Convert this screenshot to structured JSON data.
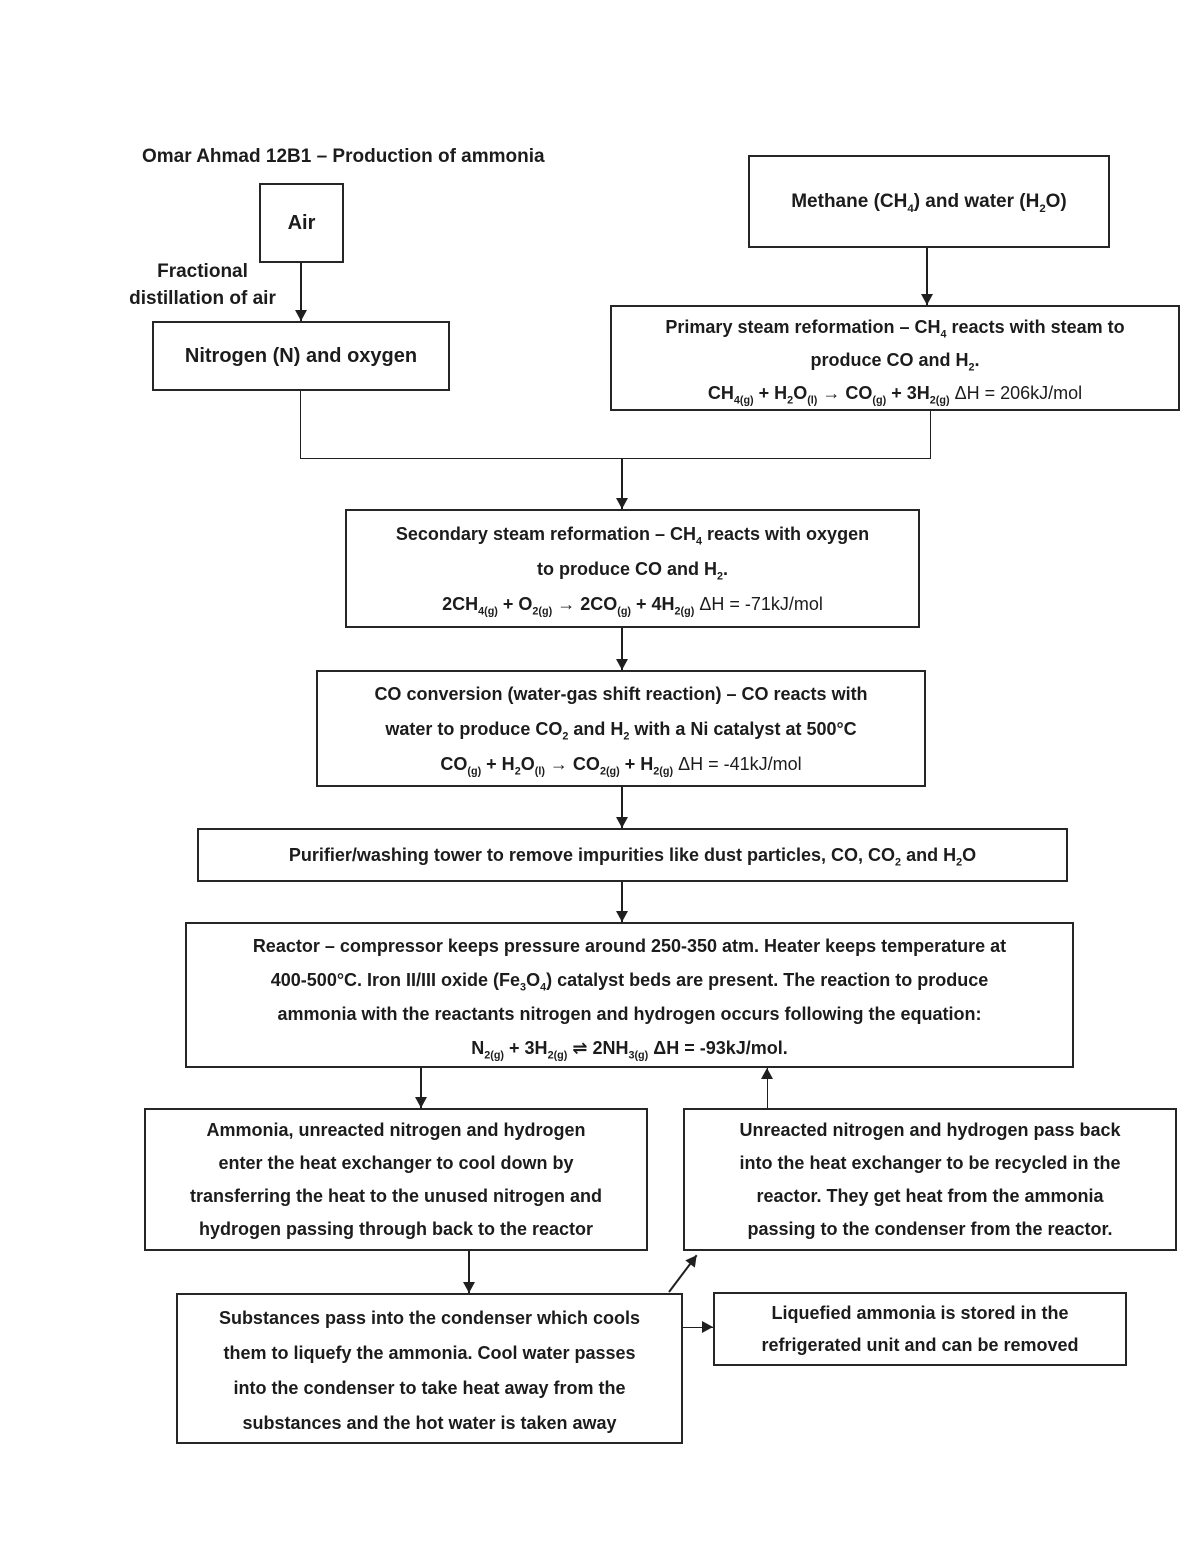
{
  "title": "Omar Ahmad 12B1 – Production of ammonia",
  "colors": {
    "ink": "#1f1f1f",
    "background": "#ffffff"
  },
  "labels": {
    "fractional": [
      "Fractional",
      "distillation of air"
    ]
  },
  "boxes": {
    "air": {
      "label": "Air"
    },
    "nitrogen": {
      "label": "Nitrogen (N) and oxygen"
    },
    "methane": {
      "rich": [
        {
          "t": "Methane (CH"
        },
        {
          "sub": "4"
        },
        {
          "t": ") and water (H"
        },
        {
          "sub": "2"
        },
        {
          "t": "O)"
        }
      ]
    },
    "primary": {
      "line1": [
        {
          "t": "Primary steam reformation – CH"
        },
        {
          "sub": "4"
        },
        {
          "t": " reacts with steam to"
        }
      ],
      "line2": [
        {
          "t": "produce CO and H"
        },
        {
          "sub": "2"
        },
        {
          "t": "."
        }
      ],
      "equation": [
        {
          "t": "CH"
        },
        {
          "sub": "4(g)"
        },
        {
          "t": " + H"
        },
        {
          "sub": "2"
        },
        {
          "t": "O"
        },
        {
          "sub": "(l)"
        },
        {
          "t": " → CO"
        },
        {
          "sub": "(g)"
        },
        {
          "t": " + 3H"
        },
        {
          "sub": "2(g)"
        },
        {
          "t": " "
        },
        {
          "t": "ΔH = 206kJ/mol",
          "light": true
        }
      ]
    },
    "secondary": {
      "line1": [
        {
          "t": "Secondary steam reformation – CH"
        },
        {
          "sub": "4"
        },
        {
          "t": " reacts with oxygen"
        }
      ],
      "line2": [
        {
          "t": "to produce CO and H"
        },
        {
          "sub": "2"
        },
        {
          "t": "."
        }
      ],
      "equation": [
        {
          "t": "2CH"
        },
        {
          "sub": "4(g)"
        },
        {
          "t": " + O"
        },
        {
          "sub": "2(g)"
        },
        {
          "t": " → 2CO"
        },
        {
          "sub": "(g)"
        },
        {
          "t": " + 4H"
        },
        {
          "sub": "2(g)"
        },
        {
          "t": " "
        },
        {
          "t": "ΔH = -71kJ/mol",
          "light": true
        }
      ]
    },
    "co_conversion": {
      "line1": "CO conversion (water-gas shift reaction) – CO reacts with",
      "line2": [
        {
          "t": "water to produce CO"
        },
        {
          "sub": "2"
        },
        {
          "t": " and H"
        },
        {
          "sub": "2"
        },
        {
          "t": " with a Ni catalyst at 500°C"
        }
      ],
      "equation": [
        {
          "t": "CO"
        },
        {
          "sub": "(g)"
        },
        {
          "t": " + H"
        },
        {
          "sub": "2"
        },
        {
          "t": "O"
        },
        {
          "sub": "(l)"
        },
        {
          "t": " → CO"
        },
        {
          "sub": "2(g)"
        },
        {
          "t": " + H"
        },
        {
          "sub": "2(g)"
        },
        {
          "t": " "
        },
        {
          "t": "ΔH = -41kJ/mol",
          "light": true
        }
      ]
    },
    "purifier": {
      "rich": [
        {
          "t": "Purifier/washing tower to remove impurities like dust particles, CO, CO"
        },
        {
          "sub": "2"
        },
        {
          "t": " and H"
        },
        {
          "sub": "2"
        },
        {
          "t": "O"
        }
      ]
    },
    "reactor": {
      "line1": "Reactor – compressor keeps pressure around 250-350 atm. Heater keeps temperature at",
      "line2": [
        {
          "t": "400-500°C. Iron II/III oxide (Fe"
        },
        {
          "sub": "3"
        },
        {
          "t": "O"
        },
        {
          "sub": "4"
        },
        {
          "t": ") catalyst beds are present. The reaction to produce"
        }
      ],
      "line3": "ammonia with the reactants nitrogen and hydrogen occurs following the equation:",
      "equation": [
        {
          "t": "N"
        },
        {
          "sub": "2(g)"
        },
        {
          "t": " + 3H"
        },
        {
          "sub": "2(g)"
        },
        {
          "t": " ⇌ 2NH"
        },
        {
          "sub": "3(g)"
        },
        {
          "t": "  ΔH = -93kJ/mol."
        }
      ]
    },
    "heat_exchanger": {
      "lines": [
        "Ammonia, unreacted nitrogen and hydrogen",
        "enter the heat exchanger to cool down by",
        "transferring the heat to the unused nitrogen and",
        "hydrogen passing through back to the reactor"
      ]
    },
    "recycle": {
      "lines": [
        "Unreacted nitrogen and hydrogen pass back",
        "into the heat exchanger to be recycled in the",
        "reactor. They get heat from the ammonia",
        "passing to the condenser from the reactor."
      ]
    },
    "condenser": {
      "lines": [
        "Substances pass into the condenser which cools",
        "them to liquefy the ammonia. Cool water passes",
        "into the condenser to take heat away from the",
        "substances and the hot water is taken away"
      ]
    },
    "storage": {
      "lines": [
        "Liquefied ammonia is stored in the",
        "refrigerated unit and can be removed"
      ]
    }
  }
}
